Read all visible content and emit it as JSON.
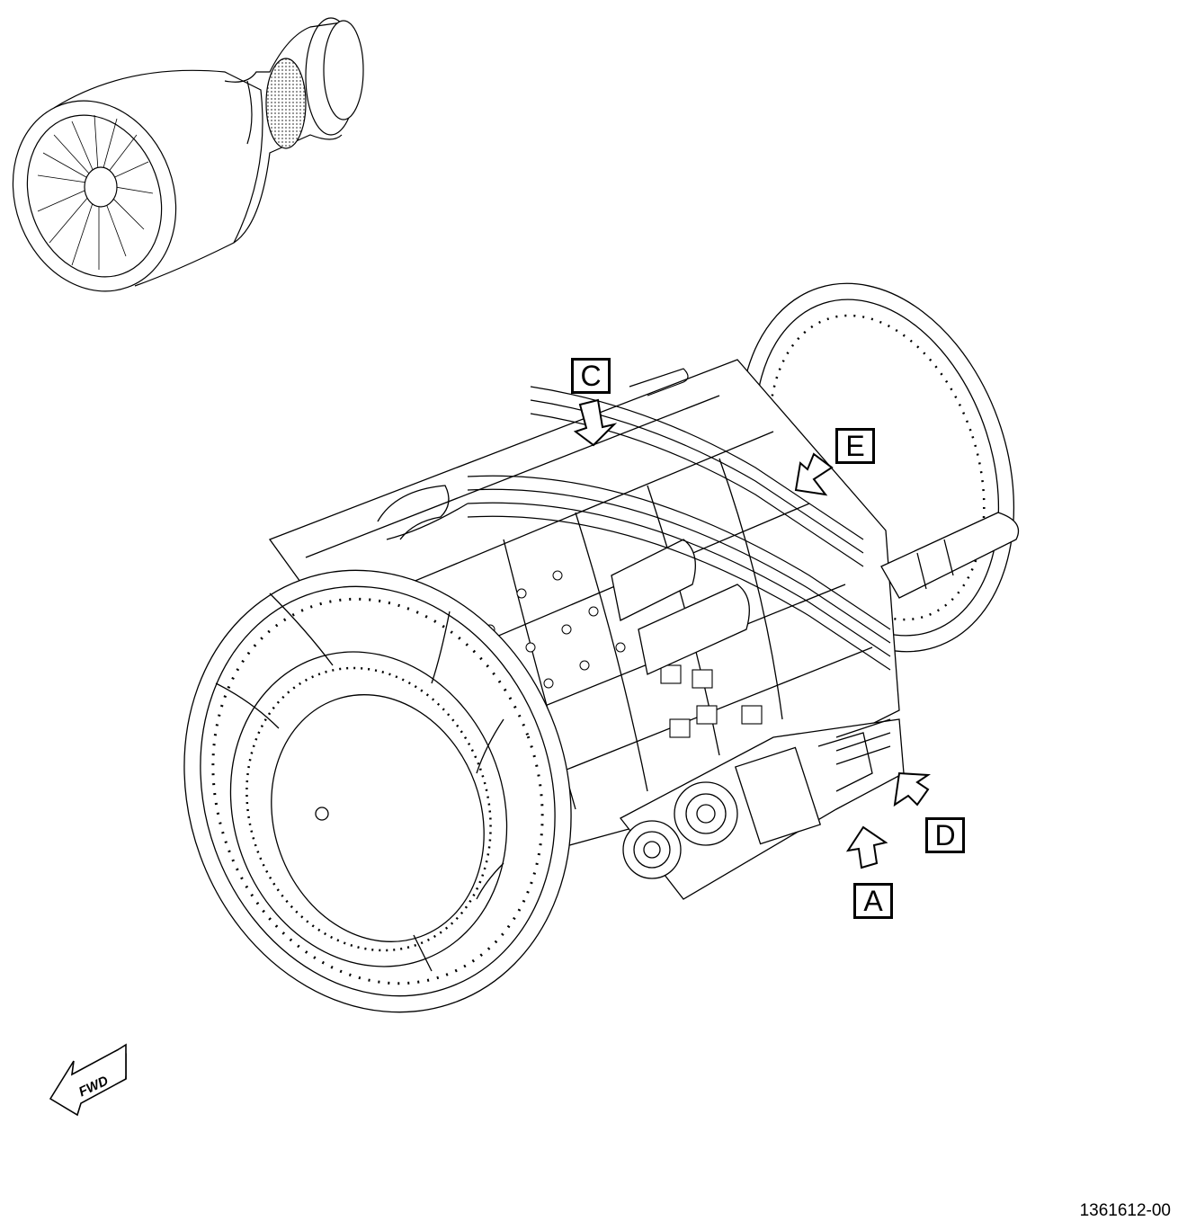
{
  "callouts": {
    "a": "A",
    "c": "C",
    "d": "D",
    "e": "E"
  },
  "orientation": {
    "label": "FWD",
    "icon": "fwd-arrow-icon"
  },
  "figure_number": "1361612-00",
  "colors": {
    "line": "#000000",
    "background": "#ffffff",
    "shade": "#8a8a8a"
  }
}
